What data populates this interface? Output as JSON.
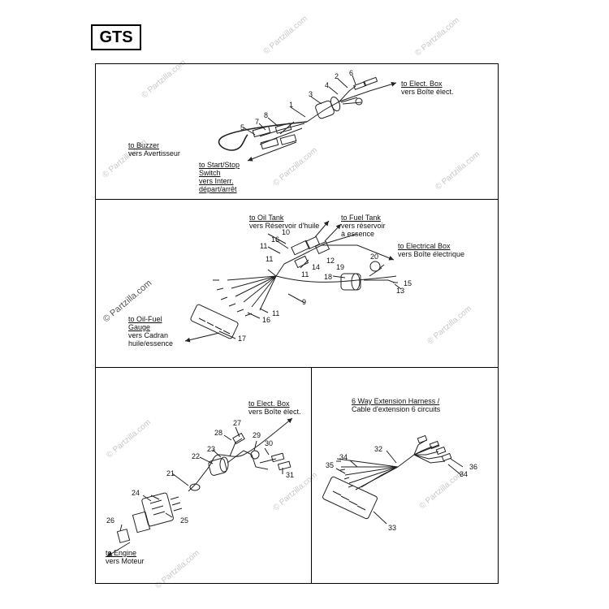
{
  "header": {
    "model": "GTS"
  },
  "panel1": {
    "labels": {
      "elect_box_en": "to Elect. Box",
      "elect_box_fr": "vers Boîte élect.",
      "buzzer_en": "to Buzzer",
      "buzzer_fr": "vers Avertisseur",
      "start_stop_en_1": "to Start/Stop",
      "start_stop_en_2": "Switch",
      "start_stop_fr_1": "vers Interr.",
      "start_stop_fr_2": "départ/arrêt"
    },
    "part_numbers": [
      "1",
      "2",
      "3",
      "4",
      "5",
      "6",
      "7",
      "8"
    ]
  },
  "panel2": {
    "labels": {
      "oil_tank_en": "to Oil Tank",
      "oil_tank_fr": "vers Réservoir d'huile",
      "fuel_tank_en": "to Fuel Tank",
      "fuel_tank_fr_1": "vers réservoir",
      "fuel_tank_fr_2": "à essence",
      "electrical_box_en": "to Electrical Box",
      "electrical_box_fr": "vers Boîte électrique",
      "gauge_en_1": "to Oil-Fuel",
      "gauge_en_2": "Gauge",
      "gauge_fr_1": "vers Cadran",
      "gauge_fr_2": "huile/essence"
    },
    "part_numbers": [
      "9",
      "10",
      "11",
      "11",
      "11",
      "11",
      "12",
      "13",
      "14",
      "15",
      "16",
      "16",
      "17",
      "18",
      "19",
      "20"
    ]
  },
  "panel3": {
    "labels": {
      "elect_box_en": "to Elect. Box",
      "elect_box_fr": "vers Boîte élect.",
      "engine_en": "to Engine",
      "engine_fr": "vers Moteur"
    },
    "part_numbers": [
      "21",
      "22",
      "23",
      "24",
      "25",
      "26",
      "27",
      "28",
      "29",
      "30",
      "31"
    ]
  },
  "panel4": {
    "labels": {
      "title_en": "6 Way Extension Harness /",
      "title_fr": "Cable d'extension 6 circuits"
    },
    "part_numbers": [
      "32",
      "33",
      "34",
      "34",
      "35",
      "36"
    ]
  },
  "watermark": "© Partzilla.com"
}
